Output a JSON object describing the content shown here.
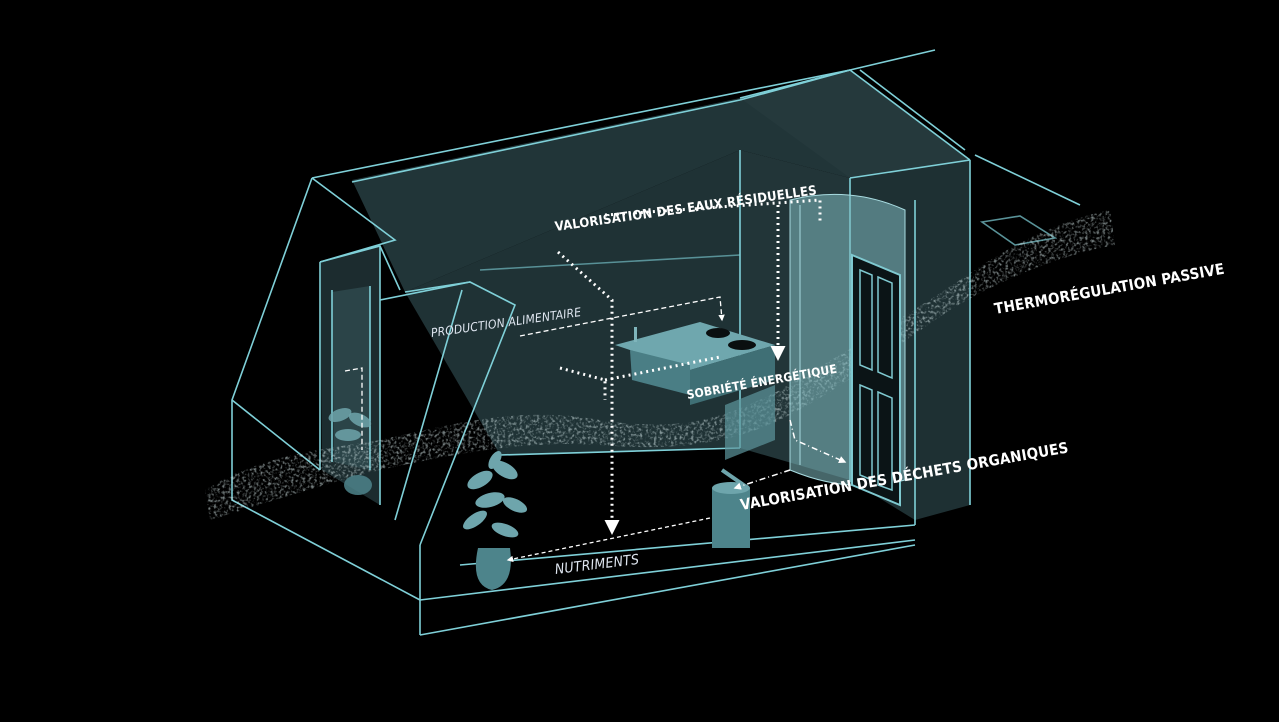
{
  "diagram": {
    "title": "",
    "colors": {
      "background": "#000000",
      "wall_fill": "#213538",
      "wall_fill_dark": "#1a2a2d",
      "edge": "#7fd0d8",
      "object": "#5f9ea6",
      "annotation": "#ffffff",
      "mist": "#a9c9cc"
    },
    "labels": {
      "eaux": "Valorisation des eaux résiduelles",
      "production": "Production alimentaire",
      "sobriete": "Sobriété énergétique",
      "dechets": "Valorisation des déchets organiques",
      "thermo": "Thermorégulation passive",
      "nutriments": "Nutriments"
    },
    "objects": [
      {
        "name": "kitchen-sink-unit",
        "label": "sink with induction hob"
      },
      {
        "name": "shower-cabin",
        "label": "curved glass shower"
      },
      {
        "name": "door",
        "label": "panel door"
      },
      {
        "name": "compost-bin",
        "label": "bin"
      },
      {
        "name": "plant-left",
        "label": "potted plant"
      },
      {
        "name": "plant-front",
        "label": "potted plant"
      },
      {
        "name": "skylight",
        "label": "roof window"
      }
    ],
    "flows": [
      {
        "from": "shower-cabin",
        "to": "kitchen-sink-unit",
        "type": "dotted",
        "label_ref": "eaux"
      },
      {
        "from": "kitchen-sink-unit",
        "to": "plant-front",
        "type": "dotted",
        "label_ref": "eaux"
      },
      {
        "from": "production-label",
        "to": "kitchen-sink-unit",
        "type": "dashed",
        "label_ref": "production"
      },
      {
        "from": "kitchen-sink-unit",
        "to": "compost-bin",
        "type": "dash-dot",
        "label_ref": "dechets"
      },
      {
        "from": "compost-bin",
        "to": "plant-front",
        "type": "dashed",
        "label_ref": "nutriments"
      },
      {
        "from": "outside-left",
        "to": "outside-right",
        "type": "airflow",
        "label_ref": "thermo"
      }
    ]
  }
}
